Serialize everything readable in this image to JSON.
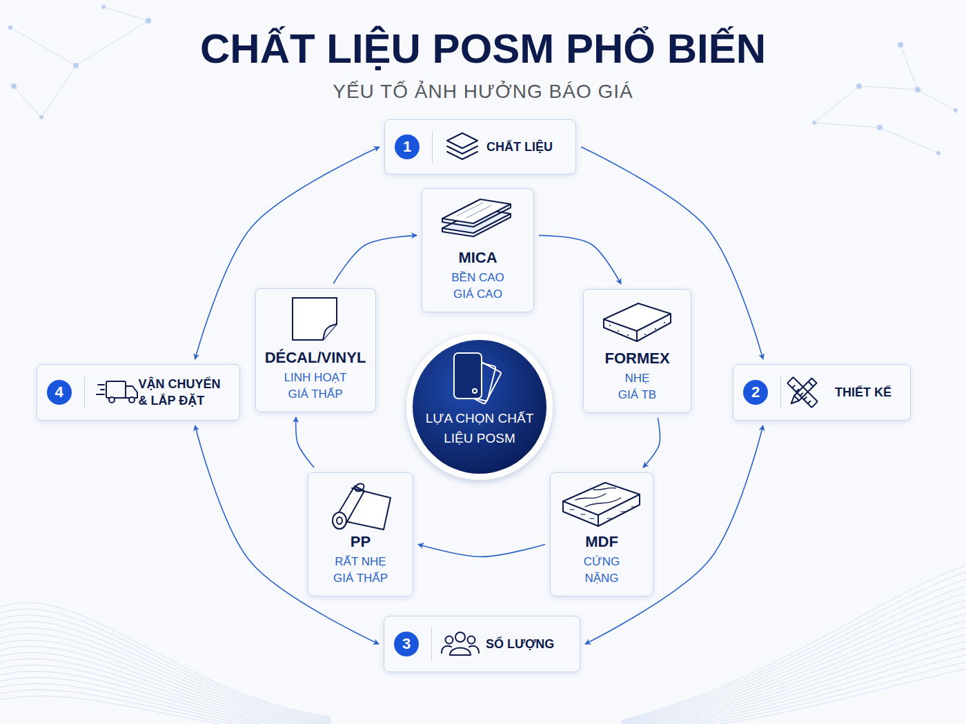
{
  "diagram": {
    "title": "CHẤT LIỆU POSM PHỔ BIẾN",
    "caption": "YẾU TỐ ẢNH HƯỞNG BÁO GIÁ",
    "nodes": [
      {
        "text": [
          "1",
          "CHẤT LIỆU"
        ]
      },
      {
        "text": [
          "2",
          "THIẾT KẾ"
        ]
      },
      {
        "text": [
          "3",
          "SỐ LƯỢNG"
        ]
      },
      {
        "text": [
          "4",
          "VẬN CHUYỂN & LẮP ĐẶT"
        ]
      },
      {
        "text": [
          "MICA",
          "BỀN CAO",
          "GIÁ CAO"
        ]
      },
      {
        "text": [
          "FORMEX",
          "NHẸ",
          "GIÁ TB"
        ]
      },
      {
        "text": [
          "MDF",
          "CỨNG",
          "NẶNG"
        ]
      },
      {
        "text": [
          "PP",
          "RẤT NHẸ",
          "GIÁ THẤP"
        ]
      },
      {
        "text": [
          "DÉCAL/VINYL",
          "LINH HOẠT",
          "GIÁ THẤP"
        ]
      },
      {
        "text": [
          "LỰA CHỌN CHẤT LIỆU POSM"
        ]
      }
    ],
    "edges": [
      {
        "from": 0,
        "to": 1,
        "arrow": "to"
      },
      {
        "from": 1,
        "to": 2,
        "arrow": "both"
      },
      {
        "from": 2,
        "to": 3,
        "arrow": "both"
      },
      {
        "from": 3,
        "to": 0,
        "arrow": "both"
      },
      {
        "from": 4,
        "to": 5,
        "arrow": "to"
      },
      {
        "from": 5,
        "to": 6,
        "arrow": "to"
      },
      {
        "from": 6,
        "to": 7,
        "arrow": "to"
      },
      {
        "from": 7,
        "to": 8,
        "arrow": "to"
      },
      {
        "from": 8,
        "to": 4,
        "arrow": "to"
      }
    ]
  }
}
